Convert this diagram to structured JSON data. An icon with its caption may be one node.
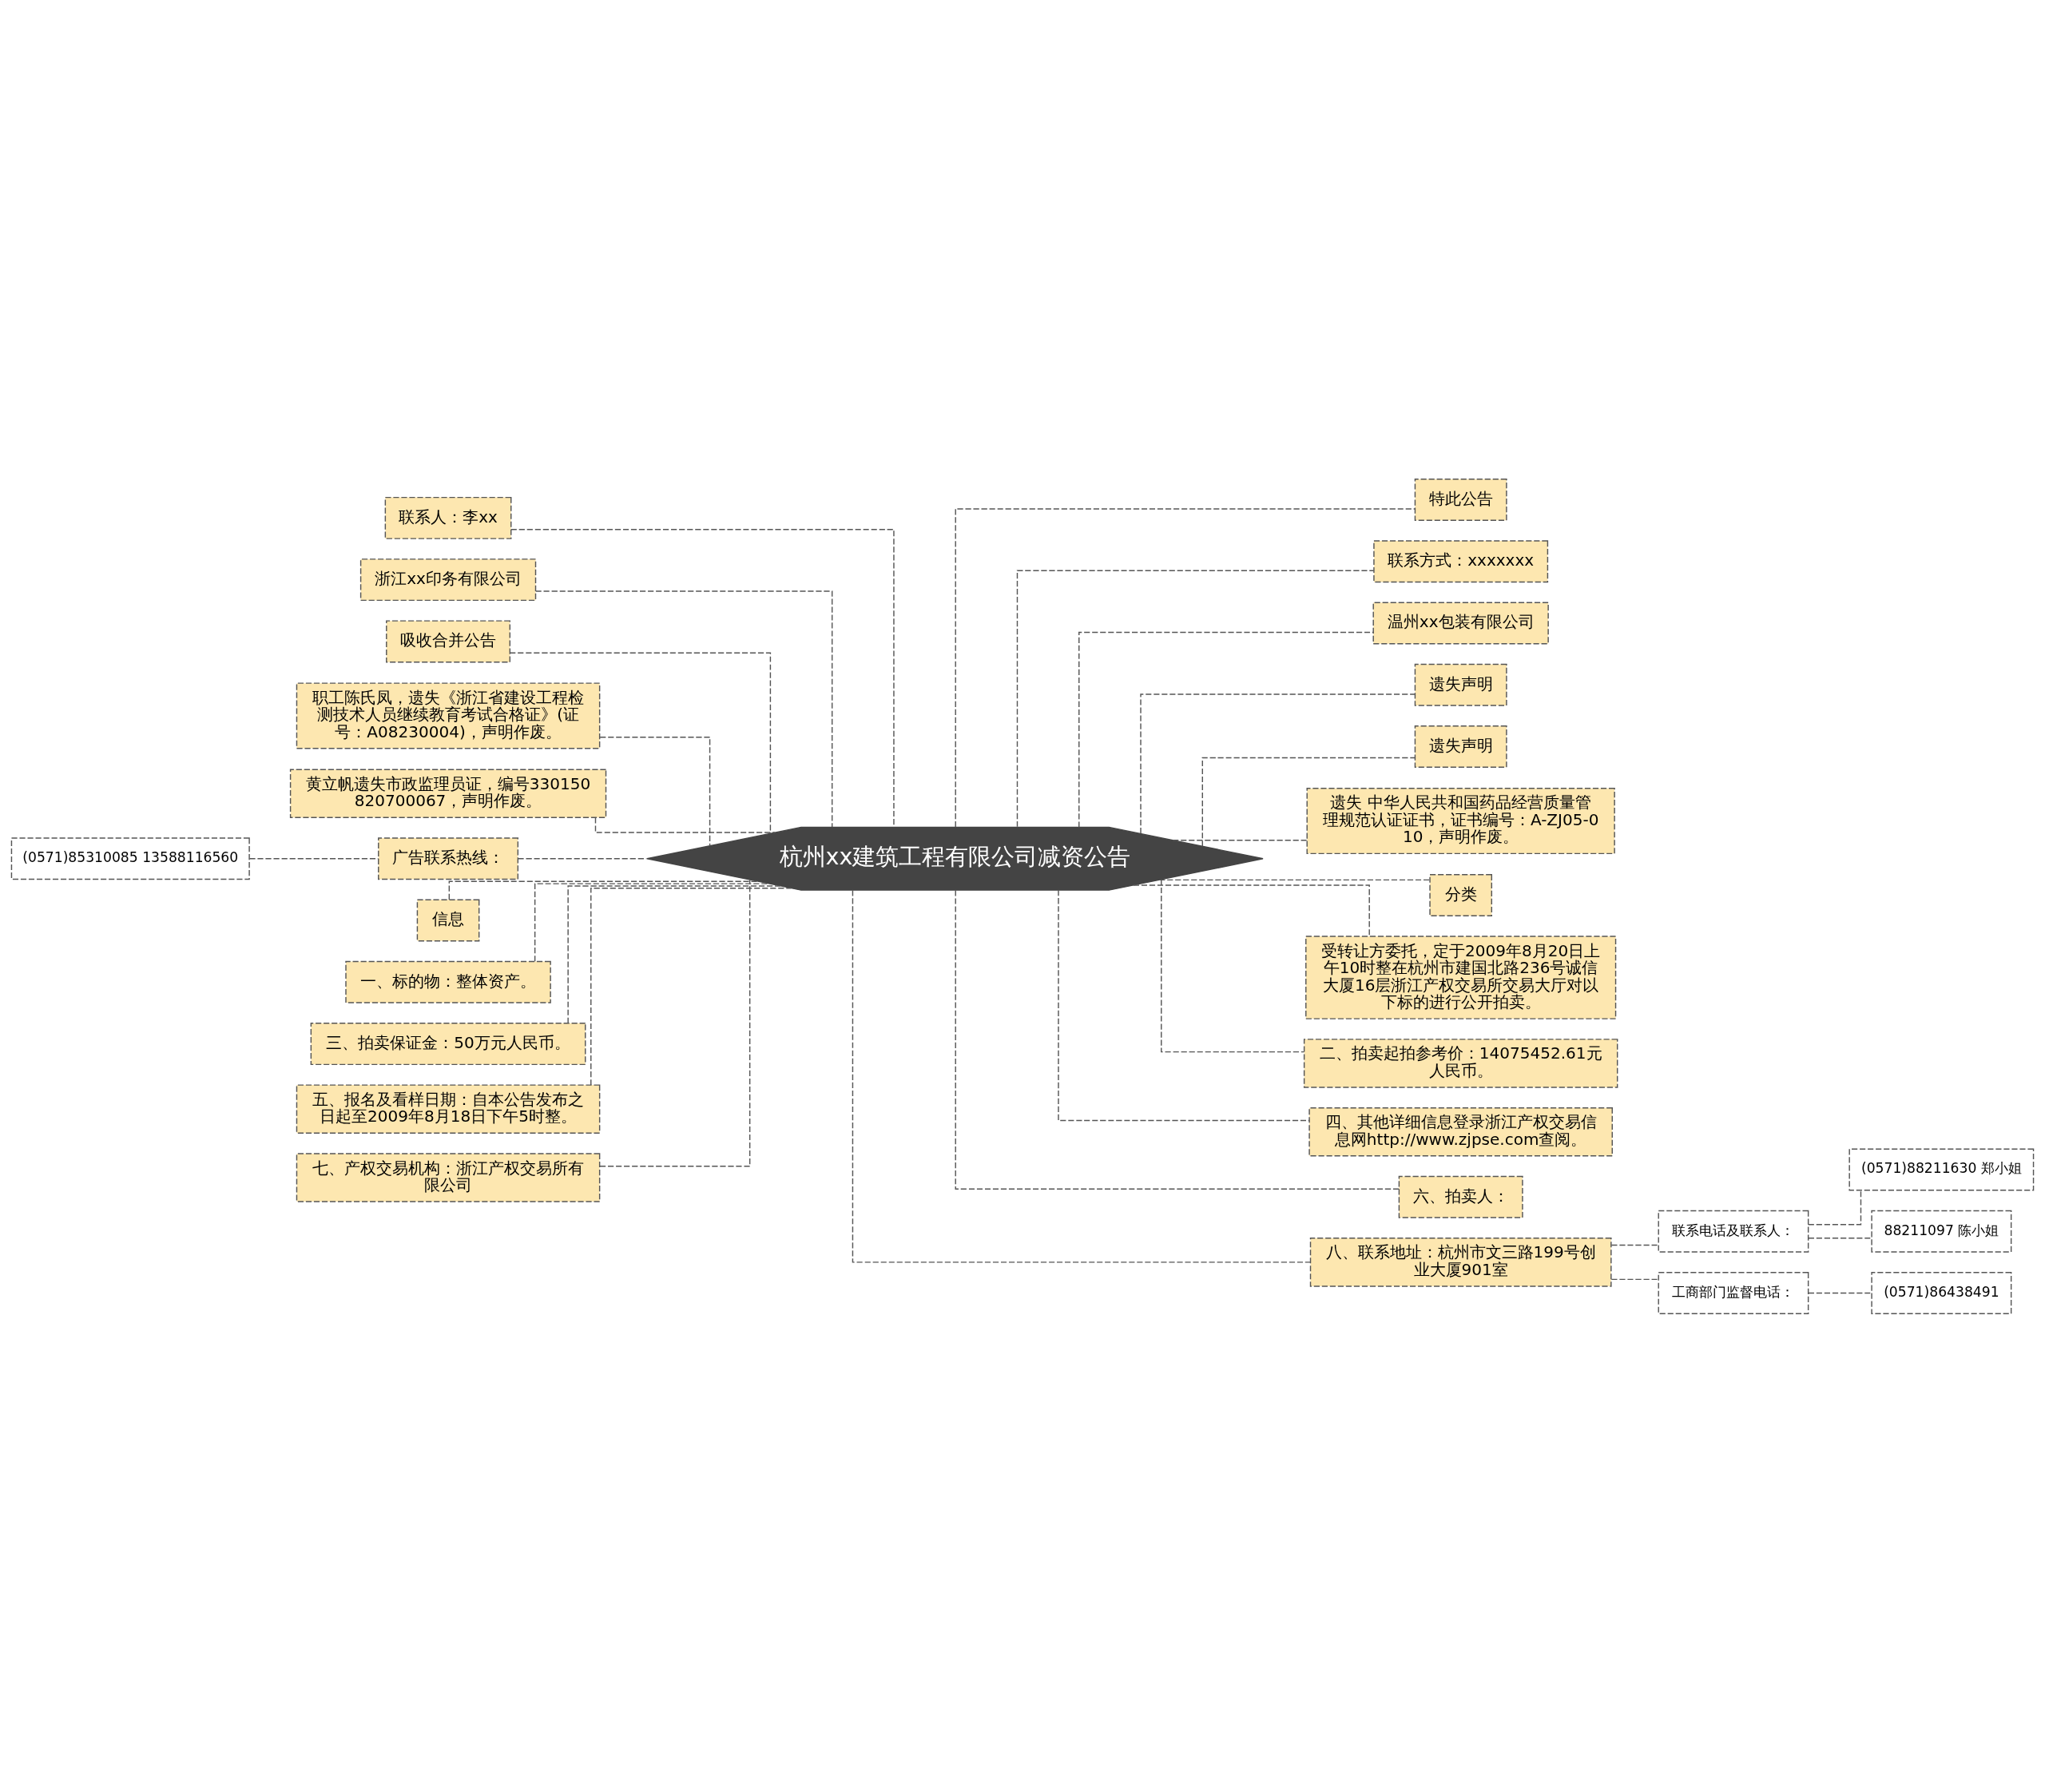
{
  "diagram": {
    "nodes": [
      {
        "text": [
          "杭州xx建筑工程有限公司减资公告"
        ]
      },
      {
        "text": [
          "联系人：李xx"
        ]
      },
      {
        "text": [
          "浙江xx印务有限公司"
        ]
      },
      {
        "text": [
          "吸收合并公告"
        ]
      },
      {
        "text": [
          "职工陈氏凤，遗失《浙江省建设工程检测技术人员继续教育考试合格证》(证号：A08230004)，声明作废。"
        ]
      },
      {
        "text": [
          "黄立帆遗失市政监理员证，编号330150820700067，声明作废。"
        ]
      },
      {
        "text": [
          "广告联系热线："
        ]
      },
      {
        "text": [
          "(0571)85310085 13588116560"
        ]
      },
      {
        "text": [
          "信息"
        ]
      },
      {
        "text": [
          "一、标的物：整体资产。"
        ]
      },
      {
        "text": [
          "三、拍卖保证金：50万元人民币。"
        ]
      },
      {
        "text": [
          "五、报名及看样日期：自本公告发布之日起至2009年8月18日下午5时整。"
        ]
      },
      {
        "text": [
          "七、产权交易机构：浙江产权交易所有限公司"
        ]
      },
      {
        "text": [
          "特此公告"
        ]
      },
      {
        "text": [
          "联系方式：xxxxxxx"
        ]
      },
      {
        "text": [
          "温州xx包装有限公司"
        ]
      },
      {
        "text": [
          "遗失声明"
        ]
      },
      {
        "text": [
          "遗失声明"
        ]
      },
      {
        "text": [
          "遗失 中华人民共和国药品经营质量管理规范认证证书，证书编号：A-ZJ05-010，声明作废。"
        ]
      },
      {
        "text": [
          "分类"
        ]
      },
      {
        "text": [
          "受转让方委托，定于2009年8月20日上午10时整在杭州市建国北路236号诚信大厦16层浙江产权交易所交易大厅对以下标的进行公开拍卖。"
        ]
      },
      {
        "text": [
          "二、拍卖起拍参考价：14075452.61元人民币。"
        ]
      },
      {
        "text": [
          "四、其他详细信息登录浙江产权交易信息网http://www.zjpse.com查阅。"
        ]
      },
      {
        "text": [
          "六、拍卖人："
        ]
      },
      {
        "text": [
          "八、联系地址：杭州市文三路199号创业大厦901室"
        ]
      },
      {
        "text": [
          "联系电话及联系人："
        ]
      },
      {
        "text": [
          "(0571)88211630 郑小姐"
        ]
      },
      {
        "text": [
          "88211097 陈小姐"
        ]
      },
      {
        "text": [
          "工商部门监督电话："
        ]
      },
      {
        "text": [
          "(0571)86438491"
        ]
      }
    ],
    "edges": [
      {
        "from": 0,
        "to": 1,
        "arrow": "none",
        "style": "dashed"
      },
      {
        "from": 0,
        "to": 2,
        "arrow": "none",
        "style": "dashed"
      },
      {
        "from": 0,
        "to": 3,
        "arrow": "none",
        "style": "dashed"
      },
      {
        "from": 0,
        "to": 4,
        "arrow": "none",
        "style": "dashed"
      },
      {
        "from": 0,
        "to": 5,
        "arrow": "none",
        "style": "dashed"
      },
      {
        "from": 0,
        "to": 6,
        "arrow": "none",
        "style": "dashed"
      },
      {
        "from": 6,
        "to": 7,
        "arrow": "none",
        "style": "dashed"
      },
      {
        "from": 0,
        "to": 8,
        "arrow": "none",
        "style": "dashed"
      },
      {
        "from": 0,
        "to": 9,
        "arrow": "none",
        "style": "dashed"
      },
      {
        "from": 0,
        "to": 10,
        "arrow": "none",
        "style": "dashed"
      },
      {
        "from": 0,
        "to": 11,
        "arrow": "none",
        "style": "dashed"
      },
      {
        "from": 0,
        "to": 12,
        "arrow": "none",
        "style": "dashed"
      },
      {
        "from": 0,
        "to": 13,
        "arrow": "none",
        "style": "dashed"
      },
      {
        "from": 0,
        "to": 14,
        "arrow": "none",
        "style": "dashed"
      },
      {
        "from": 0,
        "to": 15,
        "arrow": "none",
        "style": "dashed"
      },
      {
        "from": 0,
        "to": 16,
        "arrow": "none",
        "style": "dashed"
      },
      {
        "from": 0,
        "to": 17,
        "arrow": "none",
        "style": "dashed"
      },
      {
        "from": 0,
        "to": 18,
        "arrow": "none",
        "style": "dashed"
      },
      {
        "from": 0,
        "to": 19,
        "arrow": "none",
        "style": "dashed"
      },
      {
        "from": 0,
        "to": 20,
        "arrow": "none",
        "style": "dashed"
      },
      {
        "from": 0,
        "to": 21,
        "arrow": "none",
        "style": "dashed"
      },
      {
        "from": 0,
        "to": 22,
        "arrow": "none",
        "style": "dashed"
      },
      {
        "from": 0,
        "to": 23,
        "arrow": "none",
        "style": "dashed"
      },
      {
        "from": 0,
        "to": 24,
        "arrow": "none",
        "style": "dashed"
      },
      {
        "from": 24,
        "to": 25,
        "arrow": "none",
        "style": "dashed"
      },
      {
        "from": 25,
        "to": 26,
        "arrow": "none",
        "style": "dashed"
      },
      {
        "from": 25,
        "to": 27,
        "arrow": "none",
        "style": "dashed"
      },
      {
        "from": 24,
        "to": 28,
        "arrow": "none",
        "style": "dashed"
      },
      {
        "from": 28,
        "to": 29,
        "arrow": "none",
        "style": "dashed"
      }
    ]
  }
}
